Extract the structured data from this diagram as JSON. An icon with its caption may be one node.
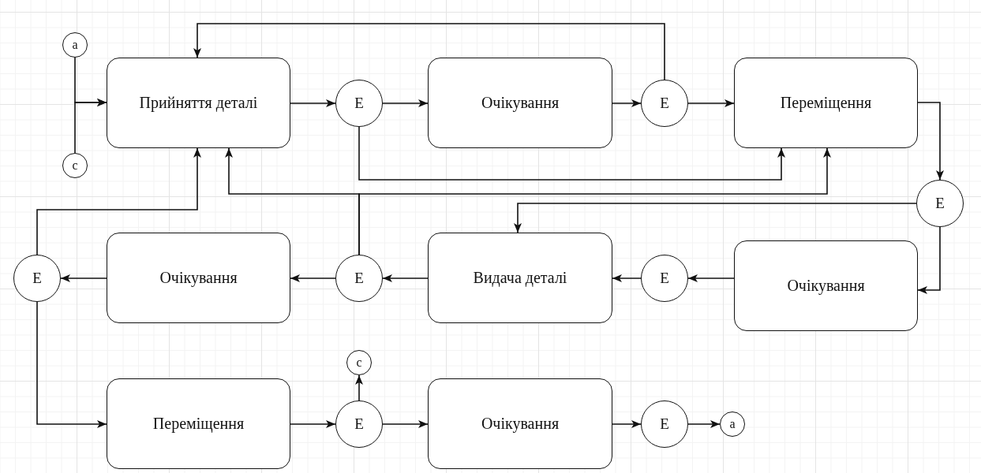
{
  "diagram": {
    "nodes": [
      {
        "text": [
          "a"
        ]
      },
      {
        "text": [
          "c"
        ]
      },
      {
        "text": [
          "Прийняття деталі"
        ]
      },
      {
        "text": [
          "E"
        ]
      },
      {
        "text": [
          "Очікування"
        ]
      },
      {
        "text": [
          "E"
        ]
      },
      {
        "text": [
          "Переміщення"
        ]
      },
      {
        "text": [
          "E"
        ]
      },
      {
        "text": [
          "Видача деталі"
        ]
      },
      {
        "text": [
          "E"
        ]
      },
      {
        "text": [
          "Очікування"
        ]
      },
      {
        "text": [
          "E"
        ]
      },
      {
        "text": [
          "Очікування"
        ]
      },
      {
        "text": [
          "E"
        ]
      },
      {
        "text": [
          "Переміщення"
        ]
      },
      {
        "text": [
          "E"
        ]
      },
      {
        "text": [
          "c"
        ]
      },
      {
        "text": [
          "Очікування"
        ]
      },
      {
        "text": [
          "E"
        ]
      },
      {
        "text": [
          "a"
        ]
      }
    ],
    "edges": [
      {
        "from": 0,
        "to": 2,
        "arrow": "to"
      },
      {
        "from": 1,
        "to": 2,
        "arrow": "to"
      },
      {
        "from": 2,
        "to": 3,
        "arrow": "to"
      },
      {
        "from": 3,
        "to": 4,
        "arrow": "to"
      },
      {
        "from": 4,
        "to": 5,
        "arrow": "to"
      },
      {
        "from": 5,
        "to": 6,
        "arrow": "to"
      },
      {
        "from": 5,
        "to": 2,
        "arrow": "to"
      },
      {
        "from": 3,
        "to": 6,
        "arrow": "to"
      },
      {
        "from": 11,
        "to": 6,
        "arrow": "to"
      },
      {
        "from": 11,
        "to": 2,
        "arrow": "to"
      },
      {
        "from": 6,
        "to": 7,
        "arrow": "to"
      },
      {
        "from": 7,
        "to": 8,
        "arrow": "to"
      },
      {
        "from": 7,
        "to": 10,
        "arrow": "to"
      },
      {
        "from": 10,
        "to": 9,
        "arrow": "to"
      },
      {
        "from": 9,
        "to": 8,
        "arrow": "to"
      },
      {
        "from": 8,
        "to": 11,
        "arrow": "to"
      },
      {
        "from": 11,
        "to": 12,
        "arrow": "to"
      },
      {
        "from": 12,
        "to": 13,
        "arrow": "to"
      },
      {
        "from": 13,
        "to": 2,
        "arrow": "to"
      },
      {
        "from": 13,
        "to": 14,
        "arrow": "to"
      },
      {
        "from": 14,
        "to": 15,
        "arrow": "to"
      },
      {
        "from": 15,
        "to": 16,
        "arrow": "to"
      },
      {
        "from": 15,
        "to": 17,
        "arrow": "to"
      },
      {
        "from": 17,
        "to": 18,
        "arrow": "to"
      },
      {
        "from": 18,
        "to": 19,
        "arrow": "to"
      }
    ]
  }
}
